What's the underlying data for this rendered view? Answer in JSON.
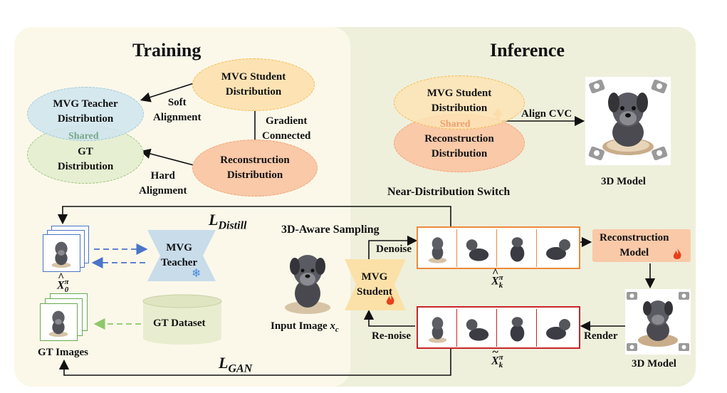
{
  "training": {
    "title": "Training",
    "student_line1": "MVG Student",
    "student_line2": "Distribution",
    "teacher_line1": "MVG Teacher",
    "teacher_line2": "Distribution",
    "shared": "Shared",
    "gt_line1": "GT",
    "gt_line2": "Distribution",
    "recon_line1": "Reconstruction",
    "recon_line2": "Distribution",
    "soft_line1": "Soft",
    "soft_line2": "Alignment",
    "gradient_line1": "Gradient",
    "gradient_line2": "Connected",
    "hard_line1": "Hard",
    "hard_line2": "Alignment"
  },
  "inference": {
    "title": "Inference",
    "student_line1": "MVG Student",
    "student_line2": "Distribution",
    "shared": "Shared",
    "recon_line1": "Reconstruction",
    "recon_line2": "Distribution",
    "align": "Align CVC",
    "model_label": "3D Model",
    "switch_label": "Near-Distribution Switch"
  },
  "pipeline": {
    "l_distill": "L",
    "l_distill_sub": "Distill",
    "l_gan": "L",
    "l_gan_sub": "GAN",
    "sampling": "3D-Aware Sampling",
    "teacher_line1": "MVG",
    "teacher_line2": "Teacher",
    "x0_symbol": "X",
    "x0_sup": "π",
    "x0_sub": "0",
    "gt_dataset": "GT Dataset",
    "gt_images": "GT Images",
    "input_image": "Input Image",
    "input_var": "x",
    "input_var_sub": "c",
    "student_line1": "MVG",
    "student_line2": "Student",
    "denoise": "Denoise",
    "renoise": "Re-noise",
    "xk_hat_symbol": "X",
    "xk_sup": "π",
    "xk_sub": "k",
    "xk_tilde_symbol": "X",
    "recon_model_line1": "Reconstruction",
    "recon_model_line2": "Model",
    "render": "Render",
    "model_label": "3D Model"
  },
  "colors": {
    "training_bg": "#fbf8ea",
    "inference_bg": "#eef0dc",
    "student_fill": "#fde3b4",
    "student_border": "#f3b94a",
    "teacher_fill": "#cfe5ee",
    "teacher_border": "#9cc8d8",
    "gt_fill": "#e6efd2",
    "gt_border": "#9bc47a",
    "recon_fill": "#f9c9a8",
    "recon_border": "#f0a070",
    "orange_frame": "#ee8a3a",
    "red_frame": "#c8242a",
    "blue_dash": "#4a74c8",
    "green_dash": "#8dc86a",
    "snow": "#4a8ad8",
    "flame": "#e8401c"
  }
}
